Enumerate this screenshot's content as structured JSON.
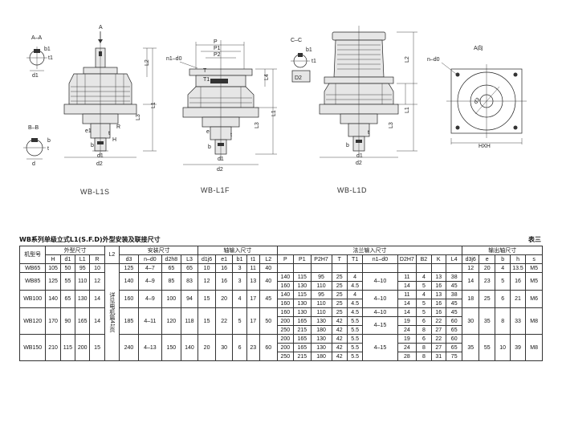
{
  "drawings": {
    "views": [
      "WB-L1S",
      "WB-L1F",
      "WB-L1D"
    ],
    "section_labels": {
      "aa": "A–A",
      "bb": "B–B",
      "cc": "C–C",
      "a_arrow": "A",
      "ari": "A向"
    },
    "dims": {
      "l1s_top": [
        "b1",
        "t1",
        "d1",
        "A",
        "L2",
        "L1",
        "L3",
        "e1",
        "R",
        "d1",
        "d2",
        "H",
        "t",
        "b",
        "d"
      ],
      "l1f_top": [
        "P",
        "P1",
        "P2",
        "n1-d0",
        "L4",
        "L1",
        "L3",
        "t",
        "e",
        "b",
        "d1",
        "d2",
        "T",
        "T1"
      ],
      "l1d_top": [
        "b1",
        "t1",
        "D2",
        "L2",
        "L1",
        "L3",
        "t",
        "b",
        "d1",
        "d2"
      ],
      "ari_top": [
        "n-d0",
        "d3",
        "HXH"
      ]
    }
  },
  "table": {
    "title": "WB系列单级立式L1(S.F.D)外型安装及联接尺寸",
    "table_no": "表三",
    "headers": {
      "model": "机型号",
      "outer": "外型尺寸",
      "mount": "安装尺寸",
      "input_shaft": "轴输入尺寸",
      "flange_input": "法兰输入尺寸",
      "output_shaft": "输出轴尺寸",
      "l2": "L2",
      "cols": [
        "H",
        "d1",
        "L1",
        "R",
        "d3",
        "n–d0",
        "d2h8",
        "L3",
        "d1j6",
        "e1",
        "b1",
        "t1",
        "L2",
        "P",
        "P1",
        "P2H7",
        "T",
        "T1",
        "n1–d0",
        "D2H7",
        "B2",
        "K",
        "L4",
        "d3j6",
        "e",
        "b",
        "h",
        "s"
      ]
    },
    "note": "详见电机篇41页",
    "rows": {
      "wb65": {
        "model": "WB65",
        "outer": [
          "105",
          "50",
          "95",
          "10"
        ],
        "mount": [
          "125",
          "4–7",
          "65",
          "65"
        ],
        "shaft": [
          "10",
          "16",
          "3",
          "11",
          "40"
        ],
        "flange": [
          "",
          "",
          "",
          "",
          "",
          "",
          "",
          "",
          "",
          ""
        ],
        "out": [
          "12",
          "20",
          "4",
          "13.5",
          "M5"
        ]
      },
      "wb85": {
        "model": "WB85",
        "outer": [
          "125",
          "55",
          "110",
          "12"
        ],
        "mount": [
          "140",
          "4–9",
          "85",
          "83"
        ],
        "shaft": [
          "12",
          "16",
          "3",
          "13",
          "40"
        ],
        "out": [
          "14",
          "23",
          "5",
          "16",
          "M5"
        ]
      },
      "wb100": {
        "model": "WB100",
        "outer": [
          "140",
          "65",
          "130",
          "14"
        ],
        "mount": [
          "160",
          "4–9",
          "100",
          "94"
        ],
        "shaft": [
          "15",
          "20",
          "4",
          "17",
          "45"
        ],
        "out": [
          "18",
          "25",
          "6",
          "21",
          "M6"
        ]
      },
      "wb120": {
        "model": "WB120",
        "outer": [
          "170",
          "90",
          "165",
          "14"
        ],
        "mount": [
          "185",
          "4–11",
          "120",
          "118"
        ],
        "shaft": [
          "15",
          "22",
          "5",
          "17",
          "50"
        ],
        "out": [
          "30",
          "35",
          "8",
          "33",
          "M8"
        ]
      },
      "wb150": {
        "model": "WB150",
        "outer": [
          "210",
          "115",
          "200",
          "15"
        ],
        "mount": [
          "240",
          "4–13",
          "150",
          "140"
        ],
        "shaft": [
          "20",
          "30",
          "6",
          "23",
          "60"
        ],
        "out": [
          "35",
          "55",
          "10",
          "39",
          "M8"
        ]
      },
      "flange": {
        "r85a": [
          "140",
          "115",
          "95",
          "25",
          "4",
          "4–10",
          "11",
          "4",
          "13",
          "38"
        ],
        "r85b": [
          "160",
          "130",
          "110",
          "25",
          "4.5",
          "",
          "14",
          "5",
          "16",
          "45"
        ],
        "r100a": [
          "140",
          "115",
          "95",
          "25",
          "4",
          "4–10",
          "11",
          "4",
          "13",
          "38"
        ],
        "r100b": [
          "160",
          "130",
          "110",
          "25",
          "4.5",
          "",
          "14",
          "5",
          "16",
          "45"
        ],
        "r120a": [
          "160",
          "130",
          "110",
          "25",
          "4.5",
          "4–10",
          "14",
          "5",
          "16",
          "45"
        ],
        "r120b": [
          "200",
          "165",
          "130",
          "42",
          "5.5",
          "4–15",
          "19",
          "6",
          "22",
          "60"
        ],
        "r120c": [
          "250",
          "215",
          "180",
          "42",
          "5.5",
          "",
          "24",
          "8",
          "27",
          "65"
        ],
        "r150a": [
          "200",
          "165",
          "130",
          "42",
          "5.5",
          "",
          "19",
          "6",
          "22",
          "60"
        ],
        "r150b": [
          "200",
          "165",
          "130",
          "42",
          "5.5",
          "4–15",
          "24",
          "8",
          "27",
          "65"
        ],
        "r150c": [
          "250",
          "215",
          "180",
          "42",
          "5.5",
          "",
          "28",
          "8",
          "31",
          "75"
        ]
      }
    }
  }
}
